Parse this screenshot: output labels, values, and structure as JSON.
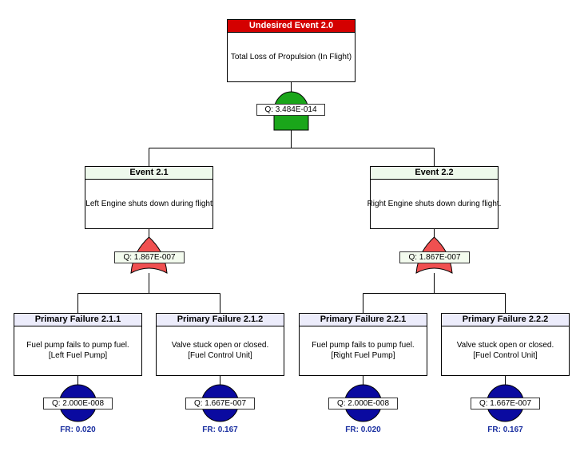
{
  "colors": {
    "top_header": "#d40000",
    "event_header": "#eef9ec",
    "primary_header": "#ececfb",
    "and_gate": "#1aa61a",
    "or_gate": "#f05050",
    "basic_event": "#0a0aa0",
    "failure_rate_text": "#1a2fa0"
  },
  "top_event": {
    "title": "Undesired Event 2.0",
    "description": "Total Loss of Propulsion (In Flight)",
    "gate": "and-gate-icon",
    "q": "Q: 3.484E-014"
  },
  "events": [
    {
      "title": "Event 2.1",
      "description": "Left Engine shuts down during flight",
      "gate": "or-gate-icon",
      "q": "Q: 1.867E-007",
      "children": [
        {
          "title": "Primary Failure 2.1.1",
          "lines": [
            "Fuel pump fails to pump fuel.",
            "[Left Fuel Pump]"
          ],
          "q": "Q: 2.000E-008",
          "fr": "FR: 0.020"
        },
        {
          "title": "Primary Failure 2.1.2",
          "lines": [
            "Valve stuck open or closed.",
            "[Fuel Control Unit]"
          ],
          "q": "Q: 1.667E-007",
          "fr": "FR: 0.167"
        }
      ]
    },
    {
      "title": "Event 2.2",
      "description": "Right Engine shuts down during flight.",
      "gate": "or-gate-icon",
      "q": "Q: 1.867E-007",
      "children": [
        {
          "title": "Primary Failure 2.2.1",
          "lines": [
            "Fuel pump fails to pump fuel.",
            "[Right Fuel Pump]"
          ],
          "q": "Q: 2.000E-008",
          "fr": "FR: 0.020"
        },
        {
          "title": "Primary Failure 2.2.2",
          "lines": [
            "Valve stuck open or closed.",
            "[Fuel Control Unit]"
          ],
          "q": "Q: 1.667E-007",
          "fr": "FR: 0.167"
        }
      ]
    }
  ]
}
